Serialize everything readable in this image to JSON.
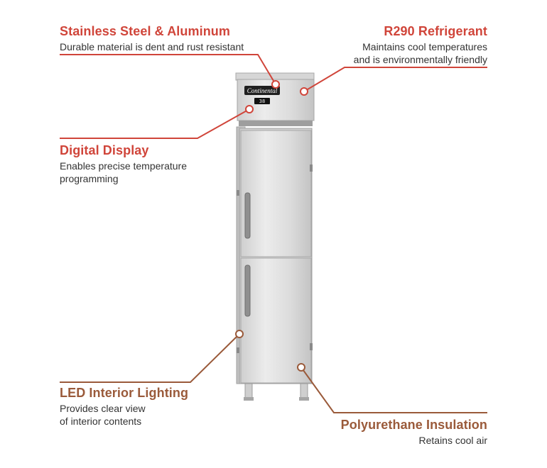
{
  "colors": {
    "accent_red": "#d0453a",
    "accent_brown": "#9a5a3a",
    "steel_light": "#e9e9e9",
    "steel_dark": "#b9b9b9"
  },
  "features": {
    "stainless": {
      "title": "Stainless Steel & Aluminum",
      "desc": [
        "Durable material is dent and rust resistant"
      ]
    },
    "refrigerant": {
      "title": "R290 Refrigerant",
      "desc": [
        "Maintains cool temperatures",
        "and is environmentally friendly"
      ]
    },
    "display": {
      "title": "Digital Display",
      "desc": [
        "Enables precise temperature",
        "programming"
      ]
    },
    "lighting": {
      "title": "LED Interior Lighting",
      "desc": [
        "Provides clear view",
        "of interior contents"
      ]
    },
    "insulation": {
      "title": "Polyurethane Insulation",
      "desc": [
        "Retains cool air"
      ]
    }
  },
  "product": {
    "brand_badge": "Continental",
    "display_readout": "38"
  }
}
